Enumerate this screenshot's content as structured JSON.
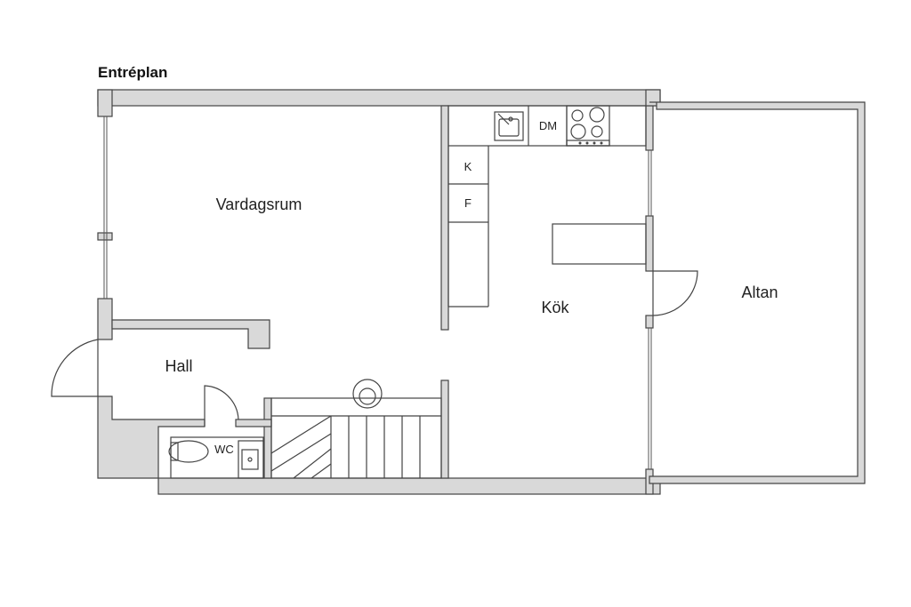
{
  "plan": {
    "title": "Entréplan",
    "rooms": {
      "vardagsrum": "Vardagsrum",
      "kok": "Kök",
      "altan": "Altan",
      "hall": "Hall",
      "wc": "WC"
    },
    "fixtures": {
      "dishwasher": "DM",
      "fridge": "K",
      "freezer": "F"
    }
  }
}
